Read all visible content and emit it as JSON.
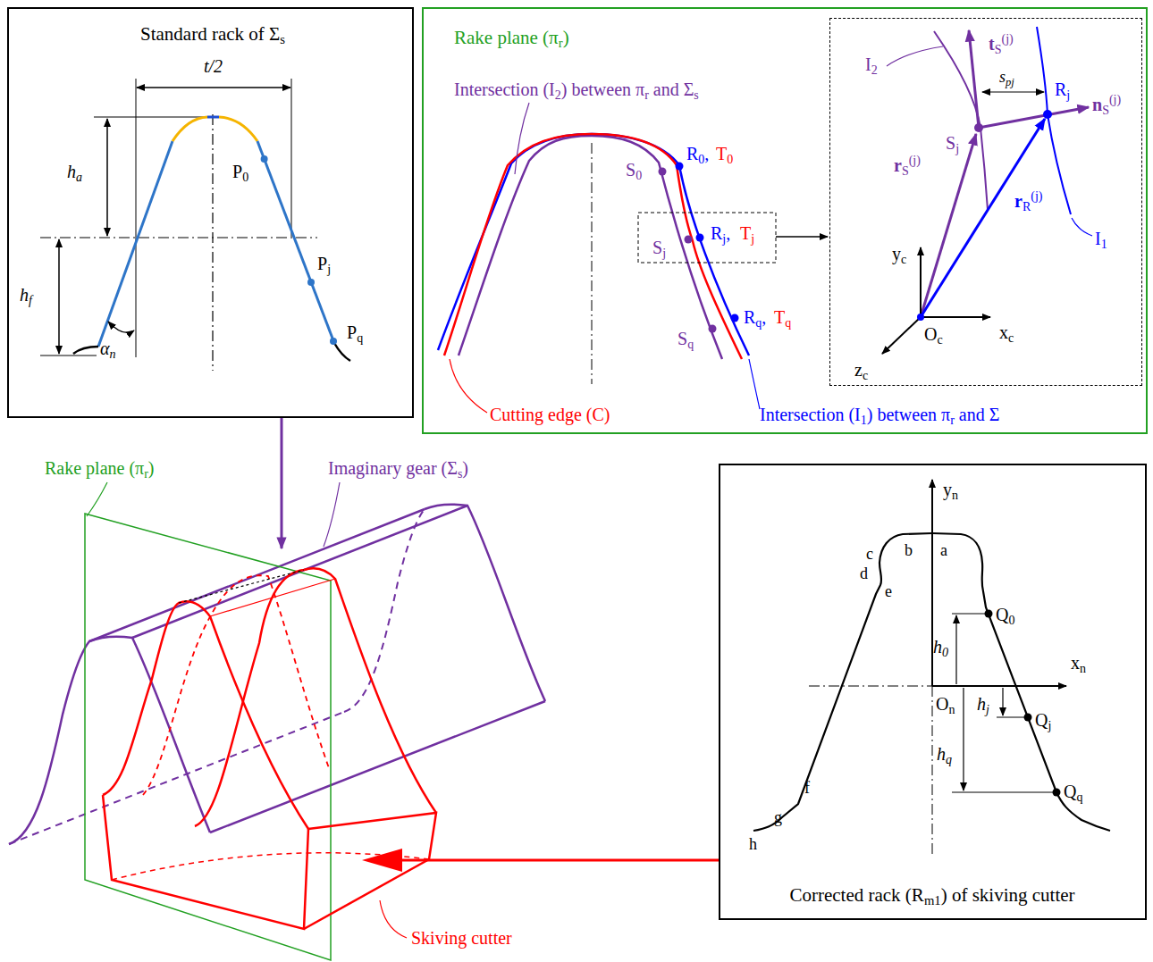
{
  "diagram": {
    "nodes": [
      {
        "text": [
          "Standard rack of Σs",
          "t/2",
          "ha",
          "hf",
          "αn",
          "P0",
          "Pj",
          "Pq"
        ]
      },
      {
        "text": [
          "Rake plane (πr)",
          "Intersection (I2) between πr and Σs",
          "S0",
          "R0,",
          "T0",
          "Sj",
          "Rj,",
          "Tj",
          "Sq",
          "Rq,",
          "Tq",
          "Cutting edge (C)",
          "Intersection (I1) between πr and Σ"
        ]
      },
      {
        "text": [
          "I2",
          "tS(j)",
          "spj",
          "Sj",
          "Rj",
          "nS(j)",
          "rS(j)",
          "rR(j)",
          "I1",
          "yc",
          "xc",
          "zc",
          "Oc"
        ],
        "in": 1
      },
      {
        "text": [
          "yn",
          "a",
          "b",
          "c",
          "d",
          "e",
          "xn",
          "Q0",
          "h0",
          "On",
          "hj",
          "Qj",
          "hq",
          "Qq",
          "f",
          "g",
          "h",
          "Corrected rack (Rm1) of skiving cutter"
        ]
      }
    ],
    "labels": [
      "Rake plane (πr)",
      "Imaginary gear (Σs)",
      "Skiving cutter"
    ]
  }
}
